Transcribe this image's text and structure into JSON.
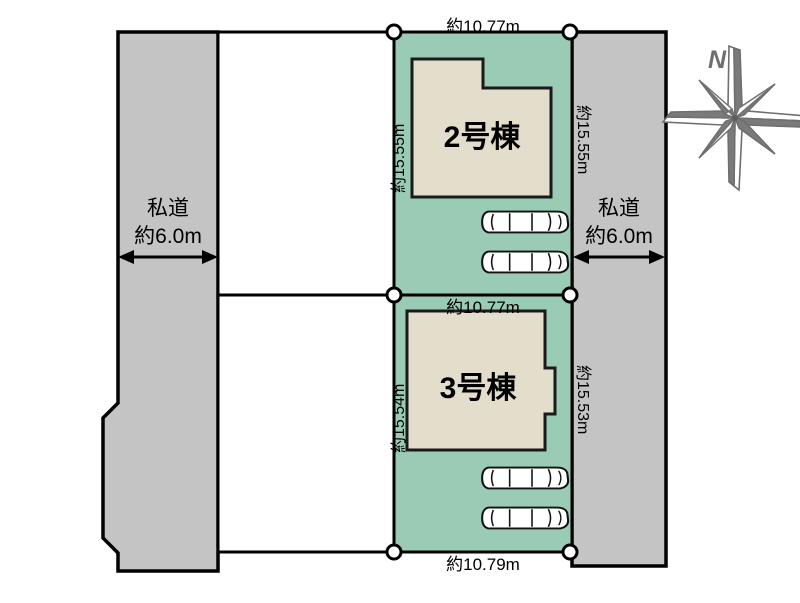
{
  "figure": {
    "kind": "site-plan",
    "title_alt": "区画図",
    "background_color": "#ffffff"
  },
  "colors": {
    "road_fill": "#c4c4c4",
    "lot_fill_highlight": "#9acbb4",
    "lot_fill_plain": "#ffffff",
    "building_fill": "#e3ddcc",
    "line": "#000000",
    "compass_gray": "#7a7a7a",
    "car_fill": "#ffffff"
  },
  "roads": [
    {
      "id": "road-left",
      "label": "私道",
      "dimension": "約6.0m",
      "arrow": "double-headed"
    },
    {
      "id": "road-right",
      "label": "私道",
      "dimension": "約6.0m",
      "arrow": "double-headed"
    }
  ],
  "lots": [
    {
      "id": "lot-2",
      "building_label": "2号棟",
      "top_width": "約10.77m",
      "bottom_width": "約10.77m",
      "left_depth": "約15.55m",
      "right_depth": "約15.55m",
      "parking_spaces": 2
    },
    {
      "id": "lot-3",
      "building_label": "3号棟",
      "top_width": "約10.77m",
      "bottom_width": "約10.79m",
      "left_depth": "約15.54m",
      "right_depth": "約15.53m",
      "parking_spaces": 2
    }
  ],
  "dimensions": {
    "top": "約10.77m",
    "middle": "約10.77m",
    "bottom": "約10.79m",
    "upper_left_depth": "約15.55m",
    "upper_right_depth": "約15.55m",
    "lower_left_depth": "約15.54m",
    "lower_right_depth": "約15.53m"
  },
  "compass": {
    "label": "N",
    "icon": "compass-rose-icon"
  }
}
